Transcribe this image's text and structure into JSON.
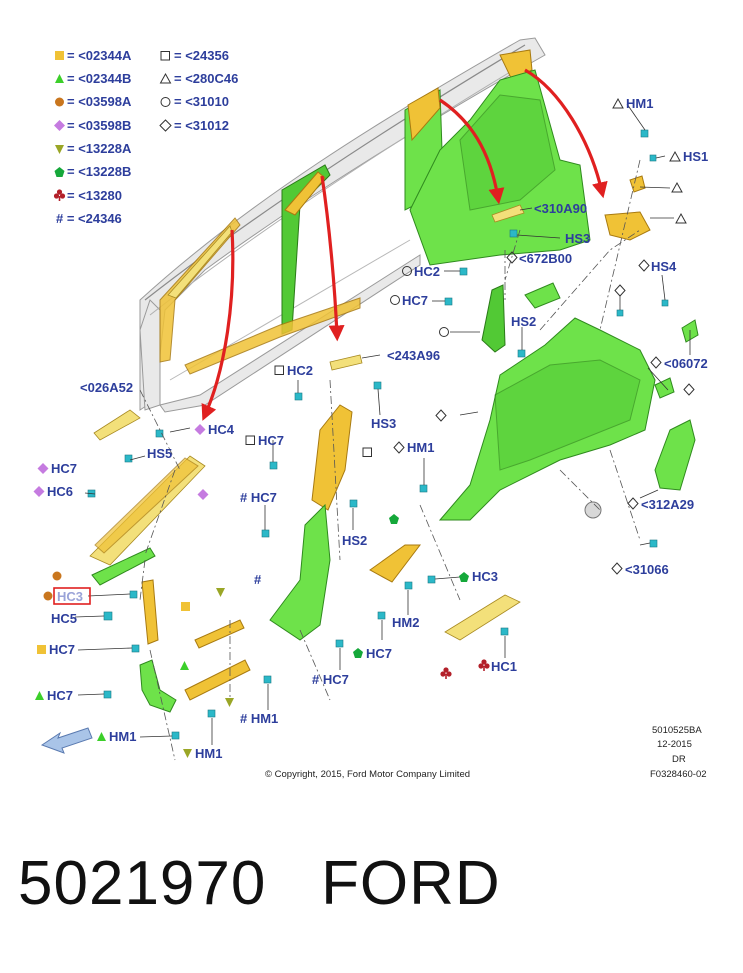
{
  "legend": [
    {
      "symbol": "yellow-square",
      "text": "= <02344A"
    },
    {
      "symbol": "green-triangle",
      "text": "= <02344B"
    },
    {
      "symbol": "brown-circle",
      "text": "= <03598A"
    },
    {
      "symbol": "purple-diamond",
      "text": "= <03598B"
    },
    {
      "symbol": "olive-down-triangle",
      "text": "= <13228A"
    },
    {
      "symbol": "green-pentagon",
      "text": "= <13228B"
    },
    {
      "symbol": "red-club",
      "text": "= <13280"
    },
    {
      "symbol": "hash",
      "text": "# = <24346"
    },
    {
      "symbol": "outline-square",
      "text": "= <24356"
    },
    {
      "symbol": "outline-triangle",
      "text": "= <280C46"
    },
    {
      "symbol": "outline-circle",
      "text": "= <31010"
    },
    {
      "symbol": "outline-diamond",
      "text": "= <31012"
    }
  ],
  "labels": {
    "hm1_top": "HM1",
    "hs1": "HS1",
    "p310a90": "<310A90",
    "hs3_top": "HS3",
    "hs4": "HS4",
    "hc2_right": "HC2",
    "p672b00": "<672B00",
    "hc7_right": "HC7",
    "hs2_right": "HS2",
    "p06072": "<06072",
    "p243a96": "<243A96",
    "hc2_mid": "HC2",
    "hs3_mid": "HS3",
    "p026a52": "<026A52",
    "hc4": "HC4",
    "hs5": "HS5",
    "hc7_left": "HC7",
    "hc6": "HC6",
    "hc7_mid": "HC7",
    "hm1_mid": "HM1",
    "hc7_hash_mid": "# HC7",
    "hs2_mid": "HS2",
    "p312a29": "<312A29",
    "p31066": "<31066",
    "hc3_right": "HC3",
    "hc3_left": "HC3",
    "hc5": "HC5",
    "hc7_square": "HC7",
    "hm2": "HM2",
    "hc7_green": "HC7",
    "hc1": "HC1",
    "hc7_tri": "HC7",
    "hc7_hash_bottom": "# HC7",
    "hm1_hash": "# HM1",
    "hm1_tri": "HM1",
    "hm1_down": "HM1",
    "hash_mid": "#"
  },
  "info": [
    "5010525BA",
    "12-2015",
    "DR",
    "F0328460-02"
  ],
  "copyright": "© Copyright, 2015, Ford Motor Company Limited",
  "footer": {
    "part_number": "5021970",
    "brand": "FORD"
  },
  "colors": {
    "label": "#2d3e9c",
    "green": "#6ee24a",
    "yellow": "#f0c236",
    "red_arrow": "#e02020",
    "clip": "#2bb8c8",
    "highlight": "#e02020"
  }
}
